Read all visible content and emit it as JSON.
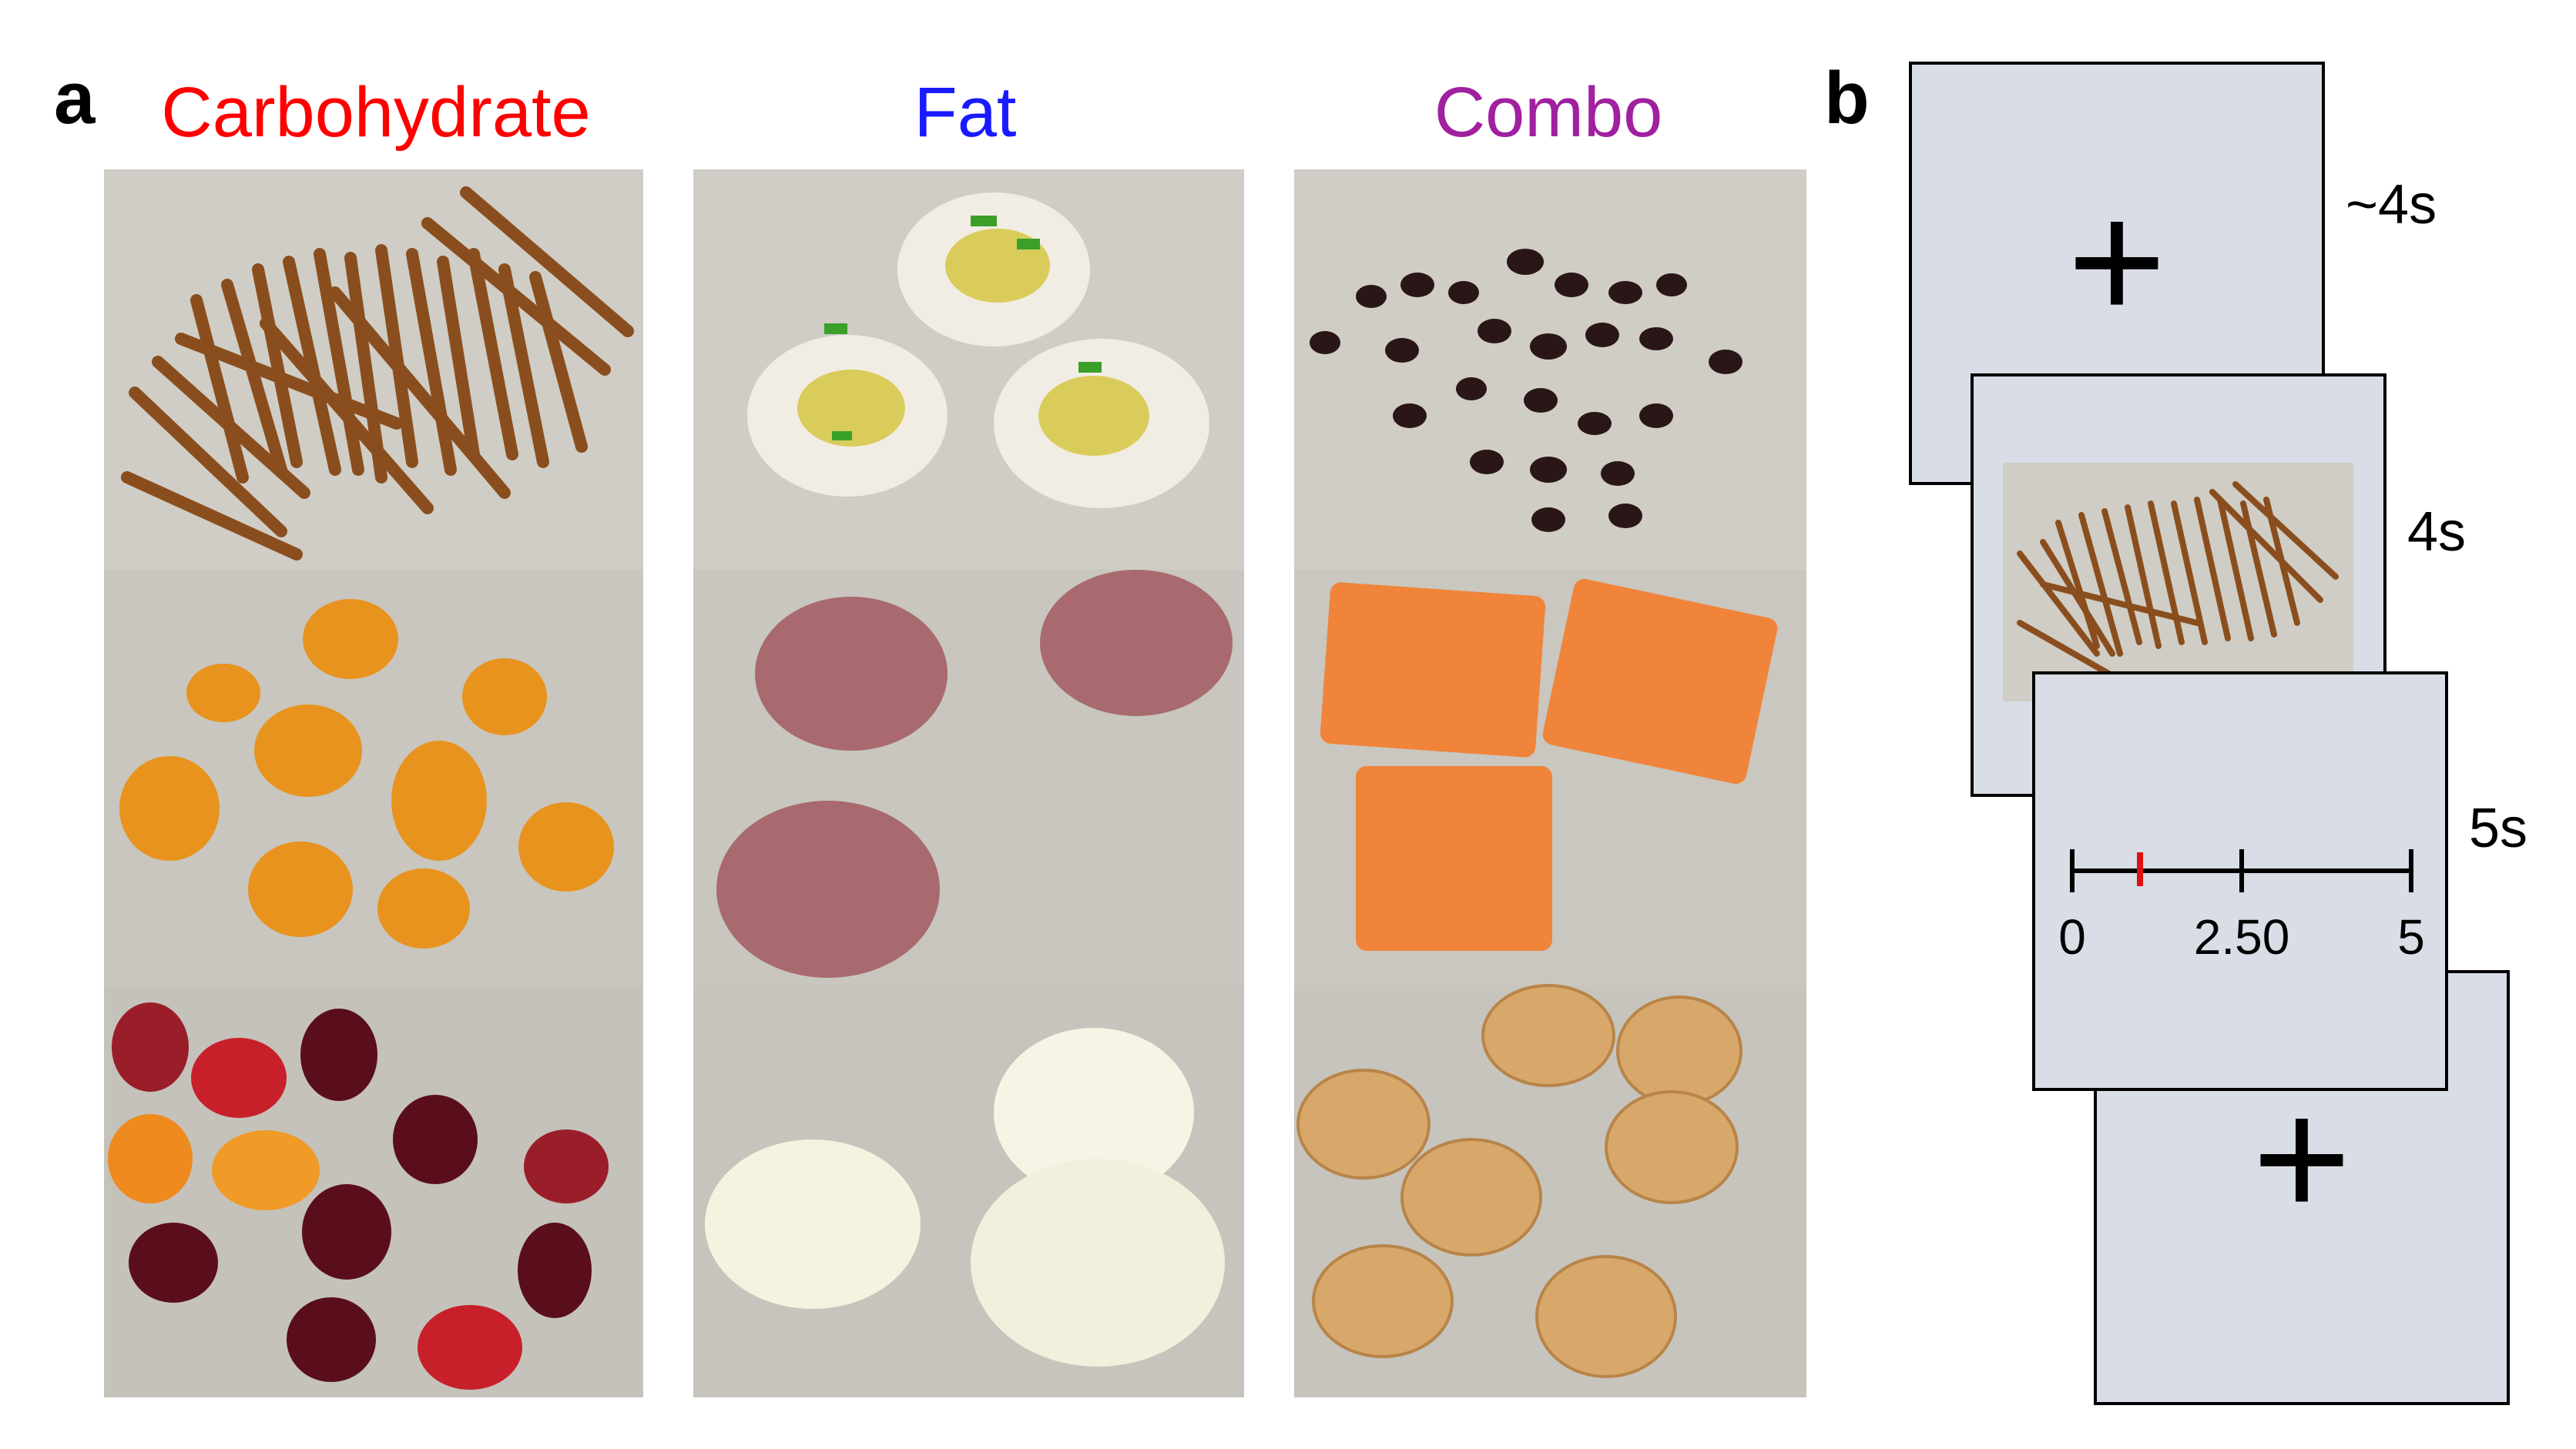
{
  "panel_a": {
    "letter": "a",
    "categories": [
      {
        "title": "Carbohydrate",
        "color": "#ff0000",
        "foods": [
          "pretzel-sticks",
          "dried-apricots",
          "fruit-gummies"
        ]
      },
      {
        "title": "Fat",
        "color": "#1a1aff",
        "foods": [
          "deviled-eggs",
          "salami-slices",
          "cheese-pieces"
        ]
      },
      {
        "title": "Combo",
        "color": "#a020a0",
        "foods": [
          "chocolate-covered-raisins",
          "cheese-crackers",
          "peanut-butter-sandwich-cookies"
        ]
      }
    ]
  },
  "panel_b": {
    "letter": "b",
    "timings": [
      "~4s",
      "4s",
      "5s"
    ],
    "fixation_symbol": "+",
    "rating_scale": {
      "min": 0,
      "max": 5,
      "tick_labels": [
        "0",
        "2.50",
        "5"
      ],
      "marker_value": 1.0,
      "marker_color": "#e01010"
    }
  }
}
